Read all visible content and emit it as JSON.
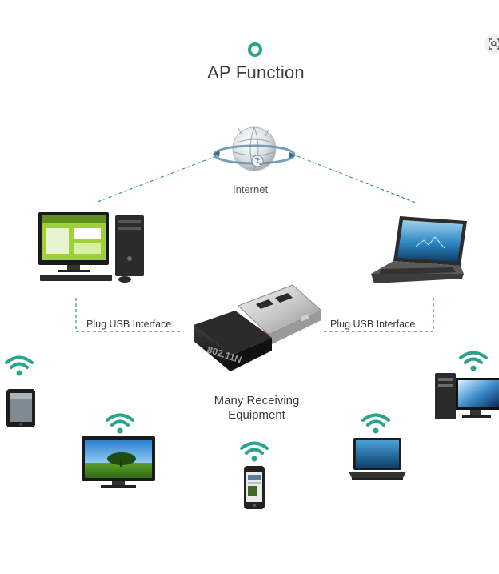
{
  "title": "AP Function",
  "labels": {
    "internet": "Internet",
    "plug_left": "Plug USB Interface",
    "plug_right": "Plug USB Interface",
    "center_line1": "Many Receiving",
    "center_line2": "Equipment",
    "dongle_text": "802.11N"
  },
  "icons": {
    "lens": "image-search-icon",
    "wifi": "wifi-icon",
    "globe": "internet-globe-icon"
  },
  "colors": {
    "accent": "#2aa58c",
    "dashed_line": "#3d8f74",
    "text": "#3a3a3a"
  }
}
